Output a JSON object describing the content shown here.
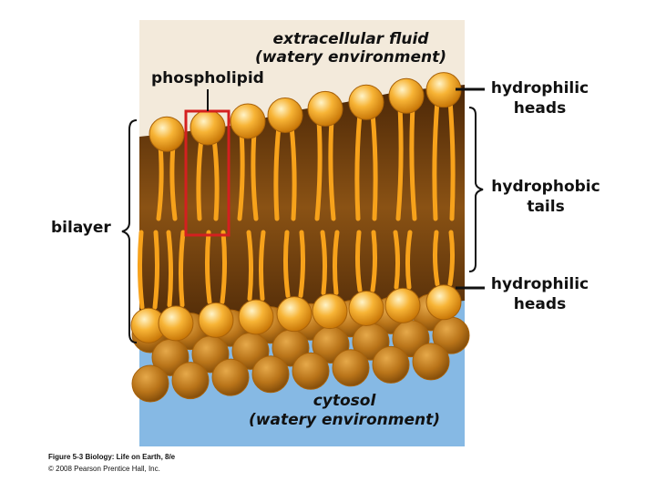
{
  "labels": {
    "top_fluid_line1": "extracellular fluid",
    "top_fluid_line2": "(watery environment)",
    "phospholipid": "phospholipid",
    "hydrophilic_heads_top": "hydrophilic heads",
    "hydrophobic_tails": "hydrophobic tails",
    "hydrophilic_heads_bottom": "hydrophilic heads",
    "bilayer": "bilayer",
    "bottom_fluid_line1": "cytosol",
    "bottom_fluid_line2": "(watery environment)"
  },
  "credits": {
    "figure": "Figure 5-3 Biology: Life on Earth, 8/e",
    "copyright": "© 2008 Pearson Prentice Hall, Inc."
  },
  "colors": {
    "extracellular_fluid": "#f3eadb",
    "cytosol": "#86b9e4",
    "head": "#f5ad26",
    "tail": "#f7a21b",
    "membrane_core": "#5e330b",
    "highlight_box": "#d42020"
  }
}
